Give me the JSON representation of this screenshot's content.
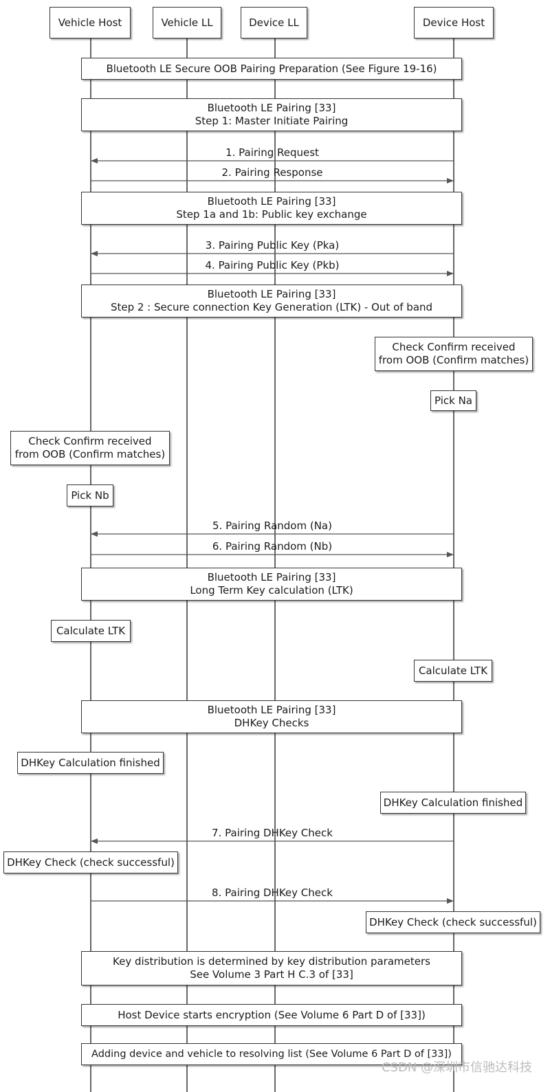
{
  "actors": [
    "Vehicle Host",
    "Vehicle LL",
    "Device LL",
    "Device Host"
  ],
  "colors": {
    "line": "#333333",
    "arrow": "#555555",
    "background": "#ffffff",
    "watermark": "#bbbbbb"
  },
  "sections": {
    "oob_prep": "Bluetooth LE Secure OOB Pairing Preparation (See Figure 19-16)",
    "step1": [
      "Bluetooth LE Pairing [33]",
      "Step 1: Master Initiate Pairing"
    ],
    "step1ab": [
      "Bluetooth LE Pairing [33]",
      "Step 1a and 1b: Public key exchange"
    ],
    "step2": [
      "Bluetooth LE Pairing [33]",
      "Step 2 : Secure connection Key Generation (LTK) - Out of band"
    ],
    "ltk_calc": [
      "Bluetooth LE Pairing [33]",
      "Long Term Key calculation (LTK)"
    ],
    "dhkey": [
      "Bluetooth LE Pairing [33]",
      "DHKey Checks"
    ],
    "key_dist": [
      "Key distribution is determined by key distribution parameters",
      "See Volume 3 Part H C.3 of [33]"
    ],
    "encryption": "Host Device starts encryption (See Volume 6 Part D of [33])",
    "resolving": "Adding device and vehicle to resolving list (See Volume 6 Part D of [33])"
  },
  "messages": {
    "m1": "1. Pairing Request",
    "m2": "2. Pairing Response",
    "m3": "3. Pairing Public Key (Pka)",
    "m4": "4. Pairing Public Key (Pkb)",
    "m5": "5. Pairing Random (Na)",
    "m6": "6. Pairing Random (Nb)",
    "m7": "7. Pairing DHKey Check",
    "m8": "8. Pairing DHKey Check"
  },
  "notes": {
    "device_check_confirm": [
      "Check Confirm received",
      "from OOB (Confirm matches)"
    ],
    "pick_na": "Pick Na",
    "vehicle_check_confirm": [
      "Check Confirm received",
      "from OOB (Confirm matches)"
    ],
    "pick_nb": "Pick Nb",
    "vehicle_calc_ltk": "Calculate LTK",
    "device_calc_ltk": "Calculate LTK",
    "vehicle_dhkey_calc": "DHKey Calculation finished",
    "device_dhkey_calc": "DHKey Calculation finished",
    "vehicle_dhkey_check": "DHKey Check (check successful)",
    "device_dhkey_check": "DHKey Check (check successful)"
  },
  "watermark": "CSDN @深圳市信驰达科技"
}
